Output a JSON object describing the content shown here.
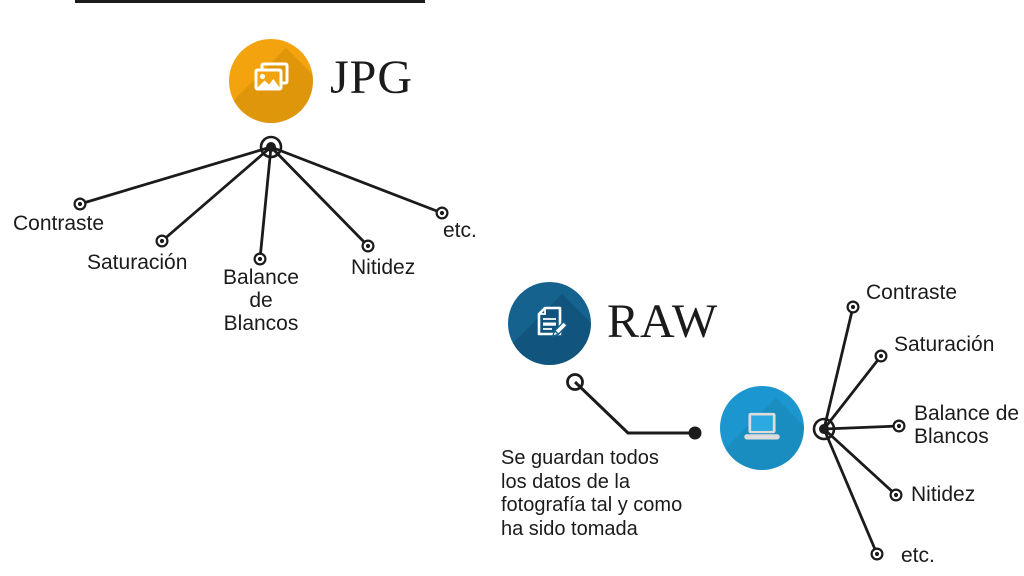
{
  "diagram": {
    "background": "#ffffff",
    "line_color": "#1b1b1b",
    "jpg": {
      "title": "JPG",
      "icon": "image-icon",
      "color": "#F2A30D",
      "branches": {
        "contraste": "Contraste",
        "saturacion": "Saturación",
        "balance": "Balance\nde Blancos",
        "nitidez": "Nitidez",
        "etc": "etc."
      }
    },
    "raw": {
      "title": "RAW",
      "icon": "document-edit-icon",
      "color": "#15628F",
      "caption": "Se guardan todos\nlos datos de la\nfotografía tal y como\nha sido tomada",
      "computer": {
        "icon": "laptop-icon",
        "color": "#1C96CE"
      },
      "branches": {
        "contraste": "Contraste",
        "saturacion": "Saturación",
        "balance": "Balance de\nBlancos",
        "nitidez": "Nitidez",
        "etc": "etc."
      }
    }
  }
}
